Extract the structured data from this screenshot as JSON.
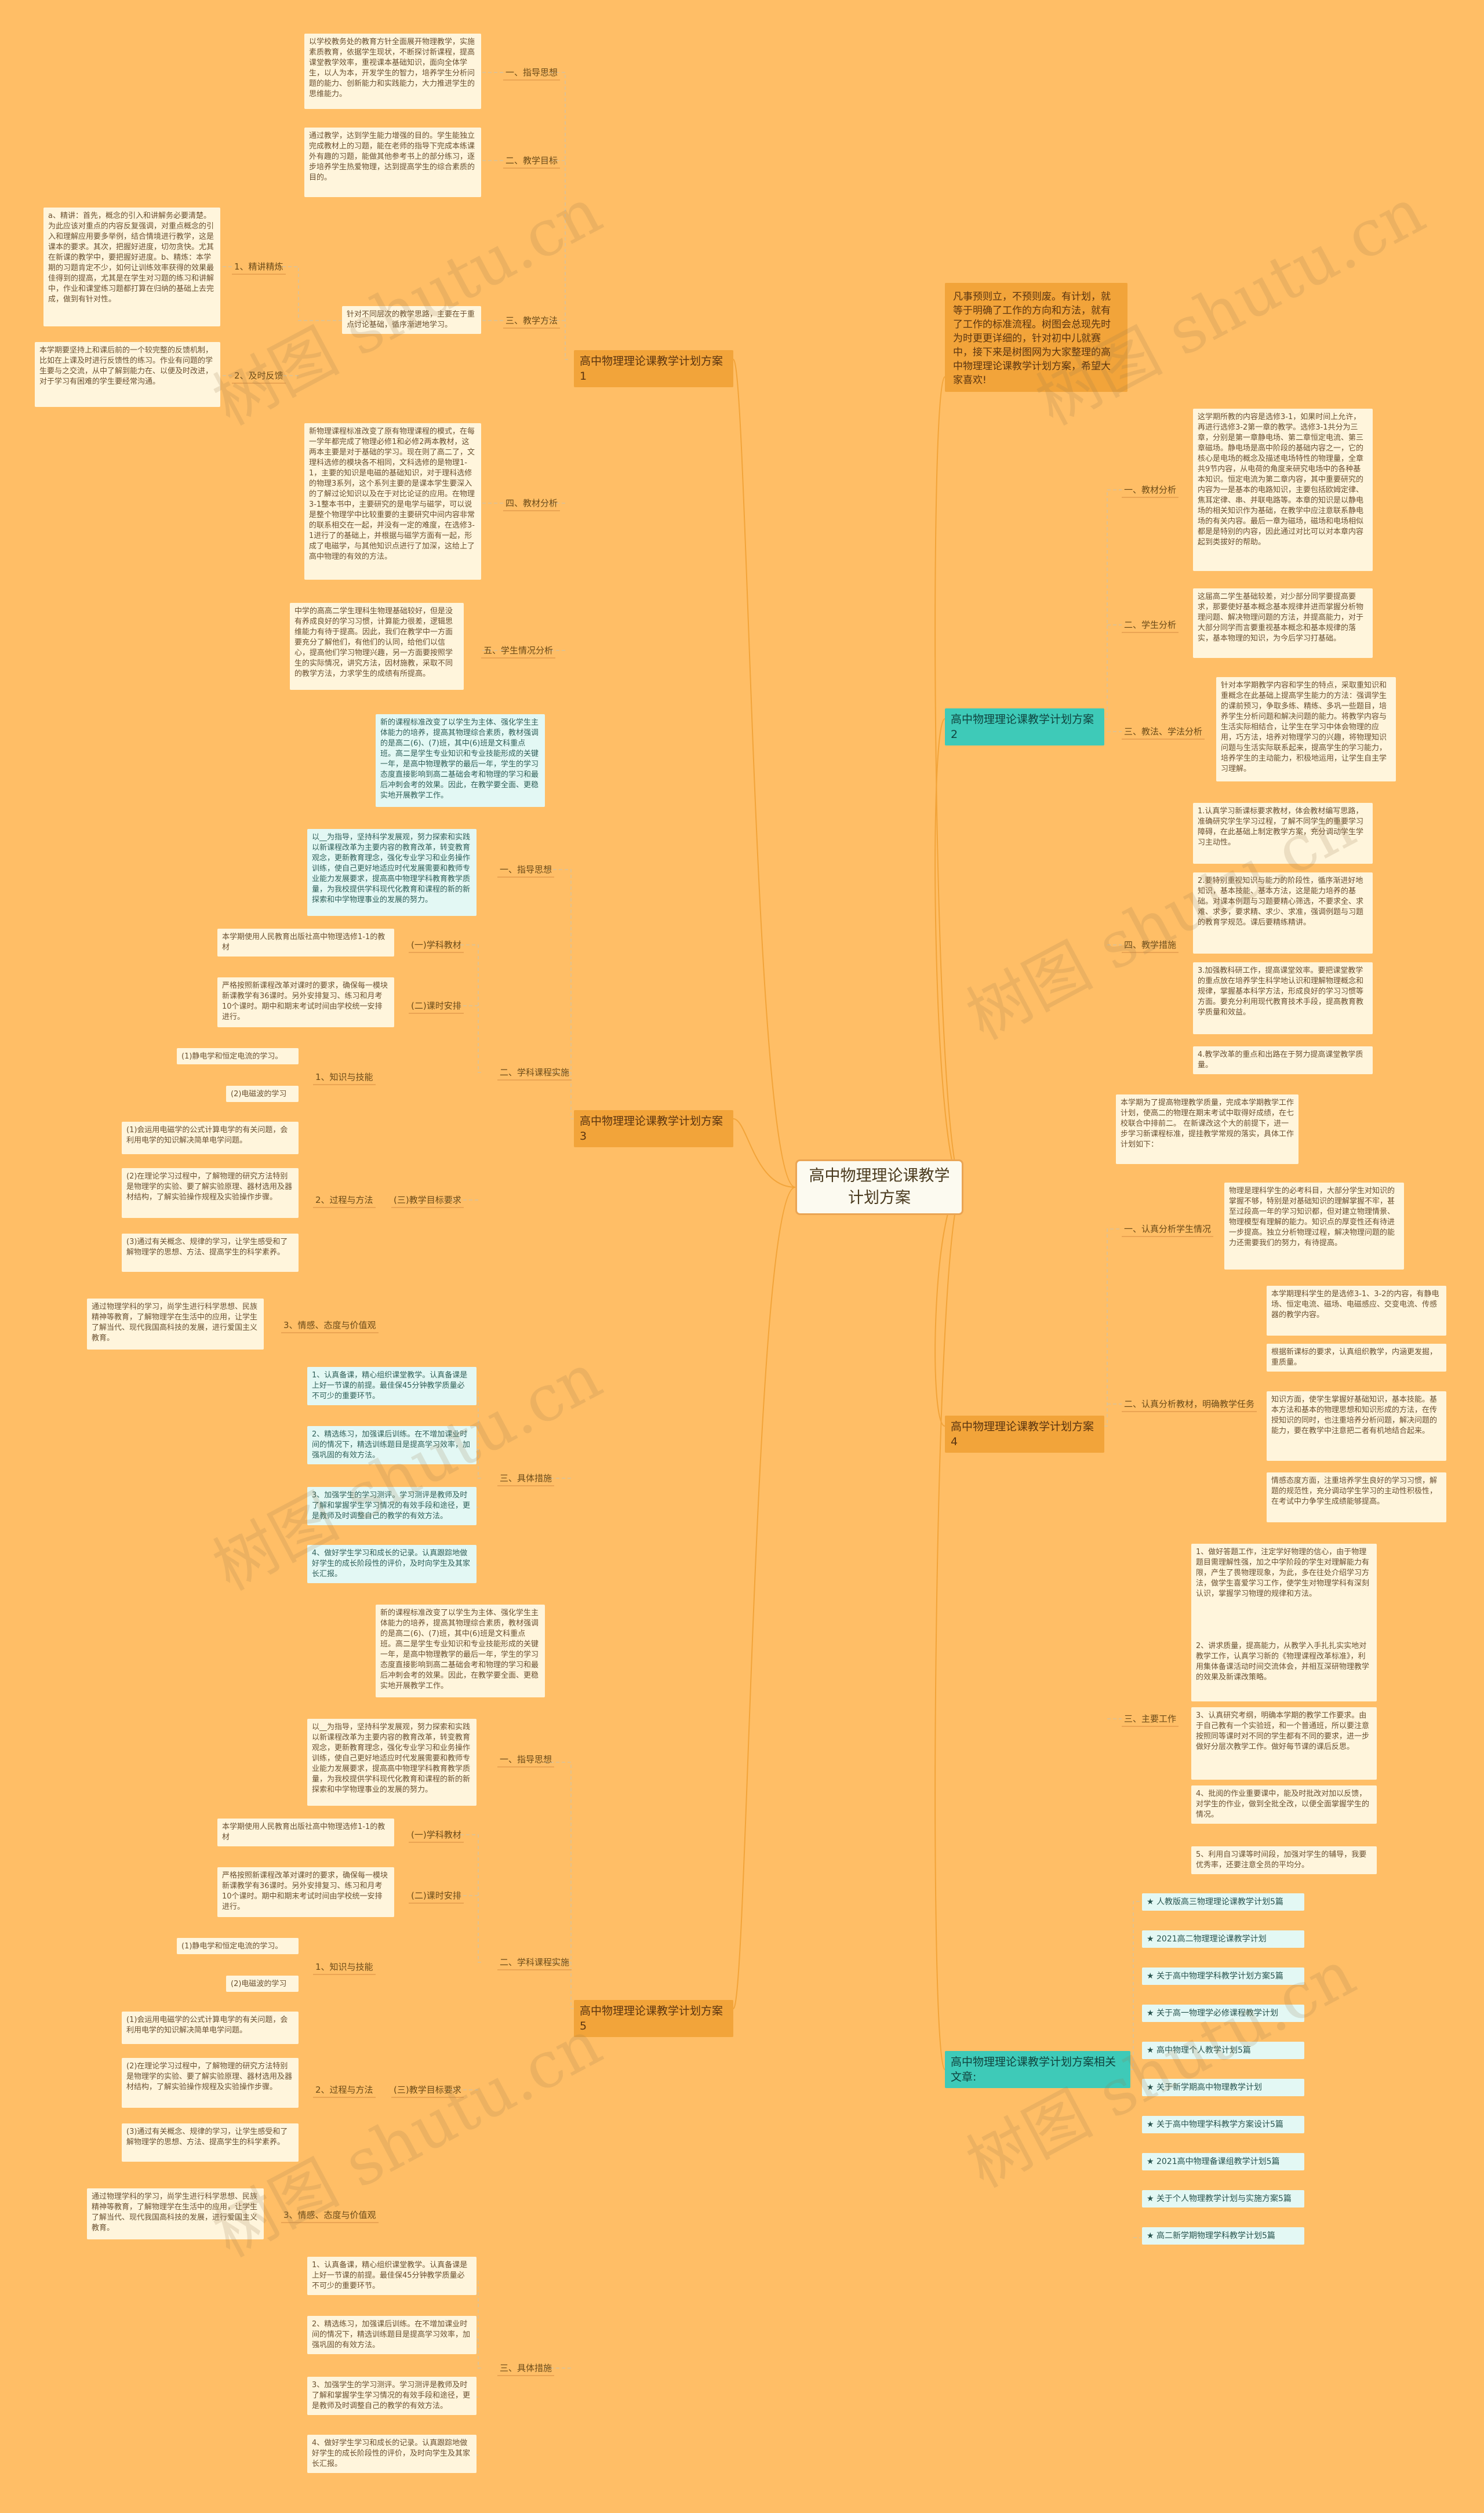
{
  "root": "高中物理理论课教学计划方案",
  "watermark": "树图 shutu.cn",
  "left": {
    "plan1": {
      "title": "高中物理理论课教学计划方案1",
      "b_guide": "一、指导思想",
      "t_guide": "以学校教务处的教育方针全面展开物理教学，实施素质教育，依据学生现状，不断探讨新课程，提高课堂教学效率，重视课本基础知识，面向全体学生，以人为本，开发学生的智力，培养学生分析问题的能力、创新能力和实践能力，大力推进学生的思维能力。",
      "b_goal": "二、教学目标",
      "t_goal": "通过教学，达到学生能力增强的目的。学生能独立完成教材上的习题，能在老师的指导下完成本练课外有趣的习题，能做其他参考书上的部分练习，逐步培养学生热爱物理，达到提高学生的综合素质的目的。",
      "b_method": "三、教学方法",
      "t_method": "针对不同层次的教学思路，主要在于重点讨论基础，循序渐进地学习。",
      "b_m1": "1、精讲精炼",
      "t_m1": "a、精讲：首先，概念的引入和讲解务必要清楚。为此应该对重点的内容反复强调，对重点概念的引入和理解应用要多举例，结合情境进行教学，这是课本的要求。其次，把握好进度，切勿贪快。尤其在新课的教学中，要把握好进度。b、精炼：本学期的习题肯定不少，如何让训练效率获得的效果最佳得到的提高，尤其是在学生对习题的练习和讲解中，作业和课堂练习题都打算在归纳的基础上去完成，做到有针对性。",
      "b_m2": "2、及时反馈",
      "t_m2": "本学期要坚持上和课后前的一个较完整的反馈机制，比如在上课及时进行反馈性的练习。作业有问题的学生要与之交流，从中了解到能力在、以便及时改进，对于学习有困难的学生要经常沟通。",
      "b_book": "四、教材分析",
      "t_book": "新物理课程标准改变了原有物理课程的模式，在每一学年都完成了物理必修1和必修2两本教材，这两本主要是对于基础的学习。现在则了高二了，文理科选修的模块各不相同，文科选修的是物理1-1，主要的知识是电磁的基础知识，对于理科选修的物理3系列，这个系列主要的是课本学生要深入的了解过论知识以及在于对比论证的应用。在物理3-1整本书中，主要研究的是电学与磁学，可以说是整个物理学中比较重要的主要研究中间内容非常的联系相交在一起，并没有一定的难度，在选修3-1进行了的基础上，并根据与磁学方面有一起，形成了电磁学，与其他知识点进行了加深，这给上了高中物理的有效的方法。",
      "b_student": "五、学生情况分析",
      "t_student": "中学的高高二学生理科生物理基础较好，但是没有养成良好的学习习惯，计算能力很差，逻辑思维能力有待于提高。因此，我们在教学中一方面要充分了解他们，有他们的认同，给他们以信心，提高他们学习物理兴趣，另一方面要按照学生的实际情况，讲究方法，因材施教，采取不同的教学方法，力求学生的成绩有所提高。"
    },
    "plan3": {
      "title": "高中物理理论课教学计划方案3",
      "t_intro": "新的课程标准改变了以学生为主体、强化学生主体能力的培养，提高其物理综合素质，教材强调的是高二(6)、(7)班，其中(6)班是文科重点班。高二是学生专业知识和专业技能形成的关键一年，是高中物理教学的最后一年，学生的学习态度直接影响到高二基础会考和物理的学习和最后冲刺会考的效果。因此，在教学要全面、更稳实地开展教学工作。",
      "b_guide": "一、指导思想",
      "t_guide": "以__为指导，坚持科学发展观，努力探索和实践以新课程改革为主要内容的教育改革，转变教育观念，更新教育理念，强化专业学习和业务操作训练，使自己更好地适应时代发展需要和教师专业能力发展要求，提高高中物理学科教育教学质量，为我校提供学科现代化教育和课程的新的新探索和中学物理事业的发展的努力。",
      "b_tasks": "二、学科课程实施",
      "b_t1": "(一)学科教材",
      "t_t1": "本学期使用人民教育出版社高中物理选修1-1的教材",
      "b_t2": "(二)课时安排",
      "t_t2": "严格按照新课程改革对课时的要求，确保每一模块新课教学有36课时。另外安排复习、练习和月考10个课时。期中和期末考试时间由学校统一安排进行。",
      "b_t3": "(三)教学目标要求",
      "b_k": "1、知识与技能",
      "t_k1": "(1)静电学和恒定电流的学习。",
      "t_k2": "(2)电磁波的学习",
      "b_p": "2、过程与方法",
      "t_p1": "(1)会运用电磁学的公式计算电学的有关问题，会利用电学的知识解决简单电学问题。",
      "t_p2": "(2)在理论学习过程中，了解物理的研究方法特别是物理学的实验、要了解实验原理、器材选用及器材结构，了解实验操作规程及实验操作步骤。",
      "t_p3": "(3)通过有关概念、规律的学习，让学生感受和了解物理学的思想、方法、提高学生的科学素养。",
      "b_v": "3、情感、态度与价值观",
      "t_v": "通过物理学科的学习，尚学生进行科学思想、民族精神等教育，了解物理学在生活中的应用，让学生了解当代、现代我国高科技的发展，进行爱国主义教育。",
      "b_do": "三、具体措施",
      "t_do1": "1、认真备课，精心组织课堂教学。认真备课是上好一节课的前提。最佳保45分钟教学质量必不可少的重要环节。",
      "t_do2": "2、精选练习，加强课后训练。在不增加课业时间的情况下，精选训练题目是提高学习效率，加强巩固的有效方法。",
      "t_do3": "3、加强学生的学习测评。学习测评是教师及时了解和掌握学生学习情况的有效手段和途径，更是教师及时调整自己的教学的有效方法。",
      "t_do4": "4、做好学生学习和成长的记录。认真跟踪地做好学生的成长阶段性的评价，及时向学生及其家长汇报。"
    },
    "plan5": {
      "title": "高中物理理论课教学计划方案5",
      "t_intro": "新的课程标准改变了以学生为主体、强化学生主体能力的培养，提高其物理综合素质，教材强调的是高二(6)、(7)班，其中(6)班是文科重点班。高二是学生专业知识和专业技能形成的关键一年，是高中物理教学的最后一年，学生的学习态度直接影响到高二基础会考和物理的学习和最后冲刺会考的效果。因此，在教学要全面、更稳实地开展教学工作。",
      "b_guide": "一、指导思想",
      "t_guide": "以__为指导，坚持科学发展观，努力探索和实践以新课程改革为主要内容的教育改革，转变教育观念，更新教育理念，强化专业学习和业务操作训练，使自己更好地适应时代发展需要和教师专业能力发展要求，提高高中物理学科教育教学质量，为我校提供学科现代化教育和课程的新的新探索和中学物理事业的发展的努力。",
      "b_tasks": "二、学科课程实施",
      "b_t1": "(一)学科教材",
      "t_t1": "本学期使用人民教育出版社高中物理选修1-1的教材",
      "b_t2": "(二)课时安排",
      "t_t2": "严格按照新课程改革对课时的要求，确保每一模块新课教学有36课时。另外安排复习、练习和月考10个课时。期中和期末考试时间由学校统一安排进行。",
      "b_t3": "(三)教学目标要求",
      "b_k": "1、知识与技能",
      "t_k1": "(1)静电学和恒定电流的学习。",
      "t_k2": "(2)电磁波的学习",
      "b_p": "2、过程与方法",
      "t_p1": "(1)会运用电磁学的公式计算电学的有关问题，会利用电学的知识解决简单电学问题。",
      "t_p2": "(2)在理论学习过程中，了解物理的研究方法特别是物理学的实验、要了解实验原理、器材选用及器材结构，了解实验操作规程及实验操作步骤。",
      "t_p3": "(3)通过有关概念、规律的学习，让学生感受和了解物理学的思想、方法、提高学生的科学素养。",
      "b_v": "3、情感、态度与价值观",
      "t_v": "通过物理学科的学习，尚学生进行科学思想、民族精神等教育，了解物理学在生活中的应用，让学生了解当代、现代我国高科技的发展，进行爱国主义教育。",
      "b_do": "三、具体措施",
      "t_do1": "1、认真备课，精心组织课堂教学。认真备课是上好一节课的前提。最佳保45分钟教学质量必不可少的重要环节。",
      "t_do2": "2、精选练习，加强课后训练。在不增加课业时间的情况下，精选训练题目是提高学习效率，加强巩固的有效方法。",
      "t_do3": "3、加强学生的学习测评。学习测评是教师及时了解和掌握学生学习情况的有效手段和途径，更是教师及时调整自己的教学的有效方法。",
      "t_do4": "4、做好学生学习和成长的记录。认真跟踪地做好学生的成长阶段性的评价，及时向学生及其家长汇报。"
    }
  },
  "right": {
    "intro": "凡事预则立，不预则废。有计划，就等于明确了工作的方向和方法，就有了工作的标准流程。树图会总现先时为时更更详细的，针对初中儿就赛中，接下来是树图网为大家整理的高中物理理论课教学计划方案，希望大家喜欢!",
    "plan2": {
      "title": "高中物理理论课教学计划方案2",
      "b_book": "一、教材分析",
      "t_book": "这学期所教的内容是选修3-1，如果时间上允许，再进行选修3-2第一章的教学。选修3-1共分为三章，分别是第一章静电场、第二章恒定电流、第三章磁场。静电场是高中阶段的基础内容之一，它的核心是电场的概念及描述电场特性的物理量，全章共9节内容，从电荷的角度来研究电场中的各种基本知识。恒定电流为第二章内容，其中重要研究的内容为一是基本的电路知识，主要包括欧姆定律、焦耳定律、串、并联电路等。本章的知识是以静电场的相关知识作为基础，在教学中应注意联系静电场的有关内容。最后一章为磁场，磁场和电场相似都是是特别的内容，因此通过对比可以对本章内容起到类拔好的帮助。",
      "b_student": "二、学生分析",
      "t_student": "这届高二学生基础较差，对少部分同学要提高要求，那要使好基本概念基本规律并进而掌握分析物理问题、解决物理问题的方法，并提高能力，对于大部分同学而言要重视基本概念和基本规律的落实，基本物理的知识，为今后学习打基础。",
      "b_method": "三、教法、学法分析",
      "t_method": "针对本学期教学内容和学生的特点，采取重知识和重概念在此基础上提高学生能力的方法：强调学生的课前预习，争取多练、精练、多巩一些题目，培养学生分析问题和解决问题的能力。将教学内容与生活实际相结合，让学生在学习中体会物理的应用，巧方法，培养对物理学习的兴趣，将物理知识问题与生活实际联系起来，提高学生的学习能力，培养学生的主动能力，积极地运用，让学生自主学习理解。",
      "b_measures": "四、教学措施",
      "t_m1": "1.认真学习新课标要求教材，体会教材编写思路，准确研究学生学习过程，了解不同学生的重要学习障碍，在此基础上制定教学方案，充分调动学生学习主动性。",
      "t_m2": "2.要特别重视知识与能力的阶段性，循序渐进好地知识，基本技能、基本方法，这是能力培养的基础。对课本例题与习题要精心筛选，不要求全、求难、求多，要求精、求少、求准，强调例题与习题的教育学规范。课后要精练精讲。",
      "t_m3": "3.加强教科研工作，提高课堂效率。要把课堂教学的重点放在培养学生科学地认识和理解物理概念和规律，掌握基本科学方法，形成良好的学习习惯等方面。要充分利用现代教育技术手段，提高教育教学质量和效益。",
      "t_m4": "4.教学改革的重点和出路在于努力提高课堂教学质量。"
    },
    "plan4": {
      "title": "高中物理理论课教学计划方案4",
      "t_intro": "本学期为了提高物理教学质量，完成本学期教学工作计划，使高二的物理在期末考试中取得好成绩，在七校联合中排前二。 在新课改这个大的前提下，进一步学习新课程标准，提挂教学常规的落实，具体工作计划如下：",
      "b_teach": "一、认真分析学生情况",
      "t_teach": "物理是理科学生的必考科目，大部分学生对知识的掌握不够，特别是对基础知识的理解掌握不牢，甚至过段高一年的学习知识都，但对建立物理情景、物理模型有理解的能力。知识点的厚变性还有待进一步提高。独立分析物理过程，解决物理问题的能力还需要我们的努力，有待提高。",
      "b_analysis": "二、认真分析教材，明确教学任务",
      "t_a1": "本学期理科学生的是选修3-1、3-2的内容，有静电场、恒定电流、磁场、电磁感应、交变电流、传感器的教学内容。",
      "t_a2": "根据新课标的要求，认真组织教学，内涵更发掘，重质量。",
      "t_a3": "知识方面，使学生掌握好基础知识，基本技能。基本方法和基本的物理思想和知识形成的方法，在传授知识的同时，也注重培养分析问题，解决问题的能力，要在教学中注意把二者有机地结合起来。",
      "t_a4": "情感态度方面，注重培养学生良好的学习习惯，解题的规范性，充分调动学生学习的主动性积极性，在考试中力争学生成绩能够提高。",
      "b_work": "三、主要工作",
      "t_w1": "1、做好答题工作，注定学好物理的信心，由于物理题目需理解性强，加之中学阶段的学生对理解能力有限，产生了畏物理现象，为此，多在往处介绍学习方法，做学生喜爱学习工作，使学生对物理学科有深刻认识，掌握学习物理的规律和方法。",
      "t_w2": "2、讲求质量，提高能力，从教学入手扎扎实实地对教学工作，认真学习新的《物理课程改革标准》，利用集体备课活动时间交流体会，并相互深研物理教学的效果及新课改策略。",
      "t_w3": "3、认真研究考纲，明确本学期的教学工作要求。由于自己教有一个实验班，和一个普通班，所以要注意按照同等课时对不同的学生都有不同的要求，进一步做好分层次教学工作。做好每节课的课后反思。",
      "t_w4": "4、批阅的作业重要课中，能及时批改对加以反馈，对学生的作业，做到全批全改，以便全面掌握学生的情况。",
      "t_w5": "5、利用自习课等时间段，加强对学生的辅导，我要优秀率，还要注意全员的平均分。"
    },
    "related": {
      "title": "高中物理理论课教学计划方案相关文章:",
      "items": [
        "★ 人教版高三物理理论课教学计划5篇",
        "★ 2021高二物理理论课教学计划",
        "★ 关于高中物理学科教学计划方案5篇",
        "★ 关于高一物理学必修课程教学计划",
        "★ 高中物理个人教学计划5篇",
        "★ 关于新学期高中物理教学计划",
        "★ 关于高中物理学科教学方案设计5篇",
        "★ 2021高中物理备课组教学计划5篇",
        "★ 关于个人物理教学计划与实施方案5篇",
        "★ 高二新学期物理学科教学计划5篇"
      ]
    }
  }
}
